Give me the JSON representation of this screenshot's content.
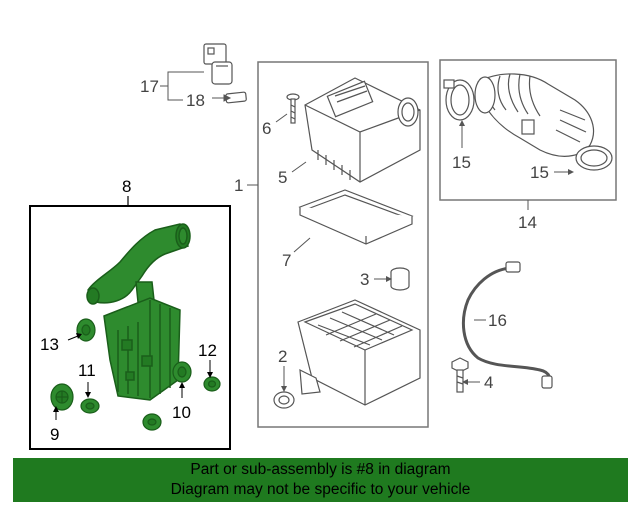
{
  "callouts": {
    "c1": "1",
    "c2": "2",
    "c3": "3",
    "c4": "4",
    "c5": "5",
    "c6": "6",
    "c7": "7",
    "c8": "8",
    "c9": "9",
    "c10": "10",
    "c11": "11",
    "c12": "12",
    "c13": "13",
    "c14": "14",
    "c15a": "15",
    "c15b": "15",
    "c16": "16",
    "c17": "17",
    "c18": "18"
  },
  "footer": {
    "line1": "Part or sub-assembly is #8 in diagram",
    "line2": "Diagram may not be specific to your vehicle"
  },
  "colors": {
    "highlight_fill": "#2e8b2e",
    "highlight_dark": "#1a5e1a",
    "banner": "#1f7a1f",
    "line": "#555555"
  }
}
